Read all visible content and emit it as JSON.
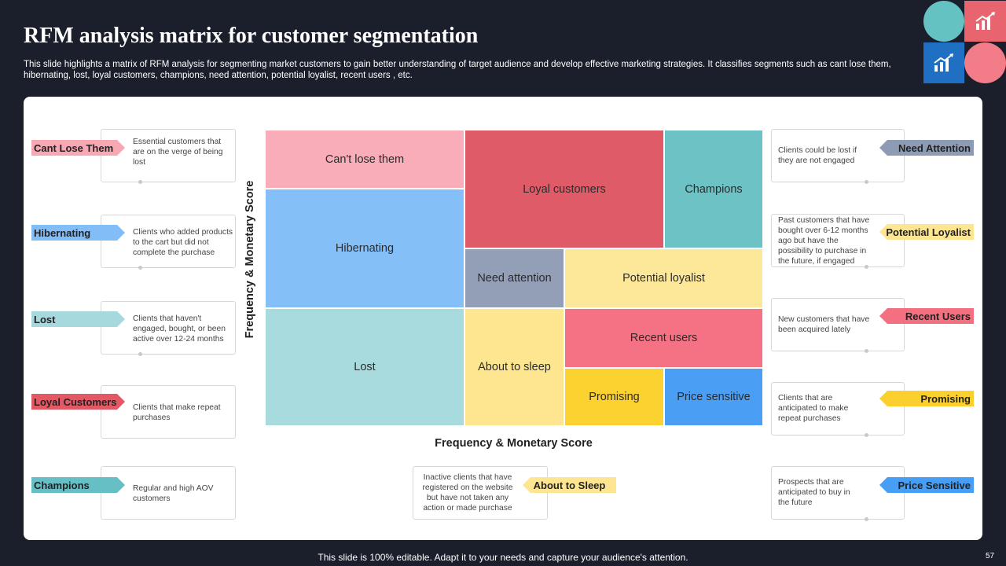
{
  "header": {
    "title": "RFM analysis matrix for customer segmentation",
    "subtitle": "This slide highlights a matrix of RFM  analysis for segmenting market customers to gain better understanding of target audience and develop effective marketing strategies. It classifies segments such as cant lose them, hibernating, lost, loyal customers, champions, need attention, potential loyalist, recent users , etc."
  },
  "matrix": {
    "y_axis_label": "Frequency & Monetary Score",
    "x_axis_label": "Frequency & Monetary Score",
    "cells": {
      "cant_lose": "Can't lose them",
      "loyal": "Loyal customers",
      "champions": "Champions",
      "hibernating": "Hibernating",
      "need_attention": "Need attention",
      "potential_loyalist": "Potential loyalist",
      "lost": "Lost",
      "about_to_sleep": "About to sleep",
      "recent_users": "Recent users",
      "promising": "Promising",
      "price_sensitive": "Price sensitive"
    }
  },
  "left_segments": [
    {
      "tag": "Cant Lose Them",
      "desc": "Essential customers that are on the verge of being lost",
      "color": "#f7a8b3"
    },
    {
      "tag": "Hibernating",
      "desc": "Clients  who added products to the cart but did not complete the purchase",
      "color": "#82bdf7"
    },
    {
      "tag": "Lost",
      "desc": "Clients that haven't engaged, bought, or been active over 12-24 months",
      "color": "#a6d9dd"
    },
    {
      "tag": "Loyal Customers",
      "desc": "Clients that make repeat purchases",
      "color": "#e35865"
    },
    {
      "tag": "Champions",
      "desc": "Regular and high AOV customers",
      "color": "#66bfc5"
    }
  ],
  "right_segments": [
    {
      "tag": "Need Attention",
      "desc": "Clients  could be lost if they are not engaged",
      "color": "#8e9bb4"
    },
    {
      "tag": "Potential Loyalist",
      "desc": "Past customers that have bought over 6-12 months ago but have the possibility to purchase in the future, if engaged",
      "color": "#fde591"
    },
    {
      "tag": "Recent Users",
      "desc": "New customers that have been acquired lately",
      "color": "#f46f7f"
    },
    {
      "tag": "Promising",
      "desc": "Clients that are anticipated to make repeat purchases",
      "color": "#fbcf2e"
    },
    {
      "tag": "Price Sensitive",
      "desc": "Prospects that are anticipated to buy in the future",
      "color": "#469ef5"
    }
  ],
  "bottom_segment": {
    "tag": "About  to  Sleep",
    "desc": "Inactive clients that have registered on the website but have not taken any action or made purchase",
    "color": "#fde591"
  },
  "colors": {
    "background": "#1b1f2b",
    "panel": "#ffffff",
    "cant_lose": "#f8adb8",
    "loyal": "#e05b68",
    "champions": "#6cc2c4",
    "hibernating": "#85bff8",
    "need_attention": "#929fb7",
    "potential_loyalist": "#fde799",
    "lost": "#a8dbde",
    "about_to_sleep": "#fde68f",
    "recent_users": "#f47283",
    "promising": "#fbd22f",
    "price_sensitive": "#4a9ff5"
  },
  "icons": [
    "growth-chart-icon"
  ],
  "footer": {
    "text": "This slide is 100% editable. Adapt it to your needs and capture your audience's attention.",
    "page_number": "57"
  }
}
